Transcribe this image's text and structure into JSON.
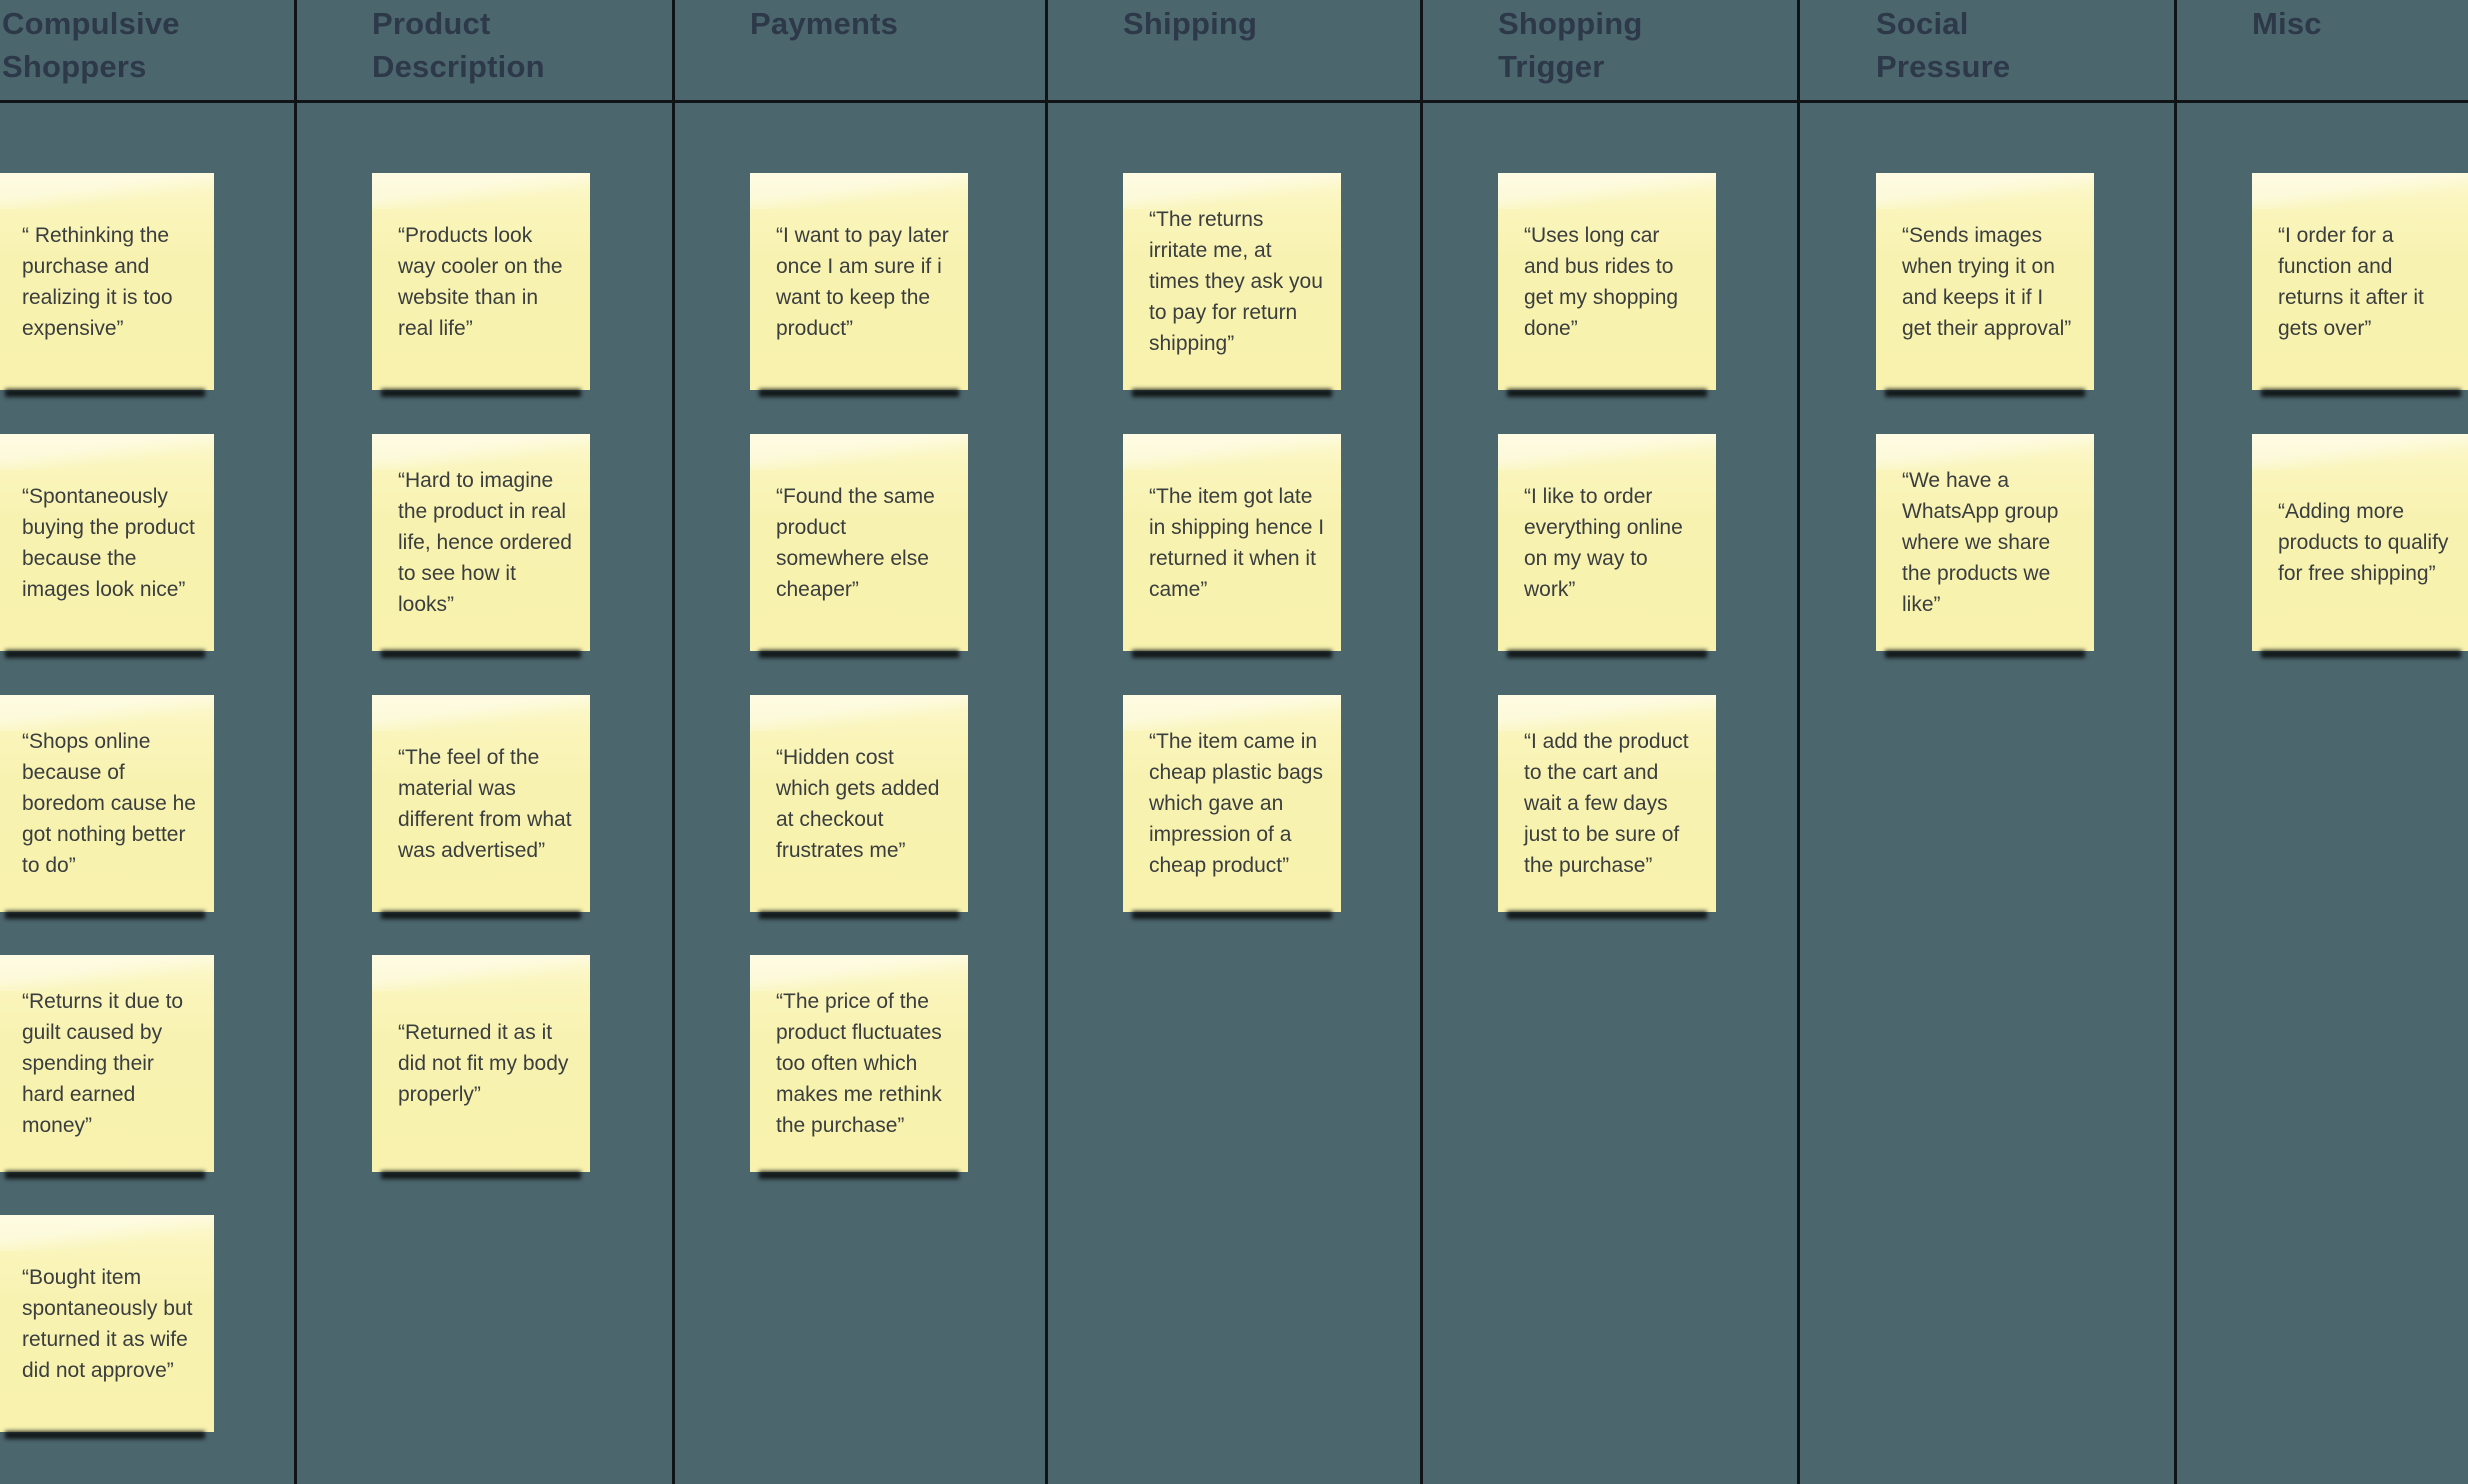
{
  "colors": {
    "board_background": "#4c666e",
    "divider": "#101416",
    "header_text": "#2d3949",
    "note_fill": "#f9f4b8",
    "note_text": "#3a3e3e",
    "note_shadow": "#0b0e0f"
  },
  "columns": [
    {
      "label": "Compulsive\nShoppers",
      "notes": [
        "“ Rethinking the purchase and realizing it is too expensive”",
        "“Spontaneously buying the product because the images look nice”",
        "“Shops online because of boredom cause he got nothing better to do”",
        "“Returns it due to guilt caused by spending their hard earned money”",
        "“Bought item spontaneously but returned it as wife did not approve”"
      ]
    },
    {
      "label": "Product\nDescription",
      "notes": [
        "“Products look way cooler on the website than in real life”",
        "“Hard to imagine the product in real life, hence ordered to see how it looks”",
        "“The feel of the material was different from what was advertised”",
        "“Returned it as it did not fit my body properly”"
      ]
    },
    {
      "label": "Payments",
      "notes": [
        "“I want to pay later once I am sure if i want to keep the product”",
        "“Found the same product somewhere else cheaper”",
        "“Hidden cost which gets added at checkout frustrates me”",
        "“The price of the product fluctuates too often which makes me rethink the purchase”"
      ]
    },
    {
      "label": "Shipping",
      "notes": [
        "“The returns irritate me, at times they ask you to pay for return shipping”",
        "“The item got late in shipping hence I returned it when it came”",
        "“The item came in cheap plastic bags which gave an impression of a cheap product”"
      ]
    },
    {
      "label": "Shopping\nTrigger",
      "notes": [
        "“Uses long car and bus rides to get my shopping done”",
        "“I like to order everything online on my way to work”",
        "“I add the product to the cart and wait a few days just to be sure of the purchase”"
      ]
    },
    {
      "label": "Social\nPressure",
      "notes": [
        "“Sends images when trying it on and keeps it if I get their approval”",
        "“We have a WhatsApp group where we share the products we like”"
      ]
    },
    {
      "label": "Misc",
      "notes": [
        "“I order for a function and returns it after it gets over”",
        "“Adding more products to qualify for free shipping”"
      ]
    }
  ]
}
